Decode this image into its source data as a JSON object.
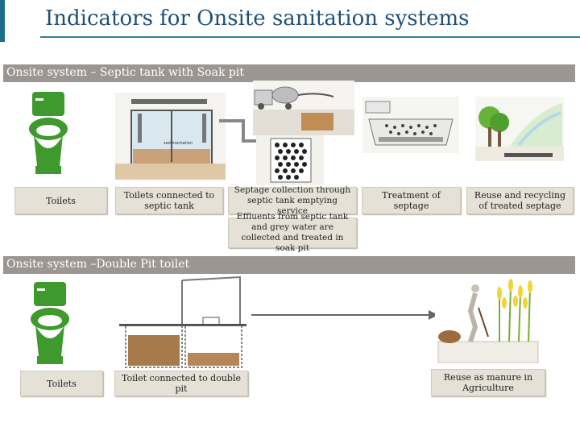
{
  "slide": {
    "title": "Indicators for Onsite sanitation systems"
  },
  "section1": {
    "heading": "Onsite system – Septic tank with Soak pit",
    "labels": {
      "toilets": "Toilets",
      "septic": "Toilets connected to septic tank",
      "collection": "Septage collection through septic tank emptying service",
      "treatment": "Treatment of septage",
      "reuse": "Reuse and recycling of treated septage",
      "effluent": "Effluents from septic tank and grey water are collected and treated in soak pit"
    }
  },
  "section2": {
    "heading": "Onsite system –Double Pit toilet",
    "labels": {
      "toilets": "Toilets",
      "double_pit": "Toilet connected to double pit",
      "manure": "Reuse as manure in Agriculture"
    }
  },
  "icons": {
    "toilet": "toilet-icon",
    "septic_tank": "septic-tank-illustration",
    "truck": "emptying-truck-illustration",
    "soak_pit": "soak-pit-illustration",
    "treatment_bed": "drying-bed-illustration",
    "reuse_landscape": "trees-landscape-illustration",
    "double_pit": "double-pit-illustration",
    "agriculture": "farmer-crops-illustration",
    "arrow": "right-arrow-icon"
  },
  "colors": {
    "title": "#1f4e79",
    "section_bar": "#9b9692",
    "toilet_green": "#3f9a2e",
    "label_bg": "#e6e1d6"
  }
}
